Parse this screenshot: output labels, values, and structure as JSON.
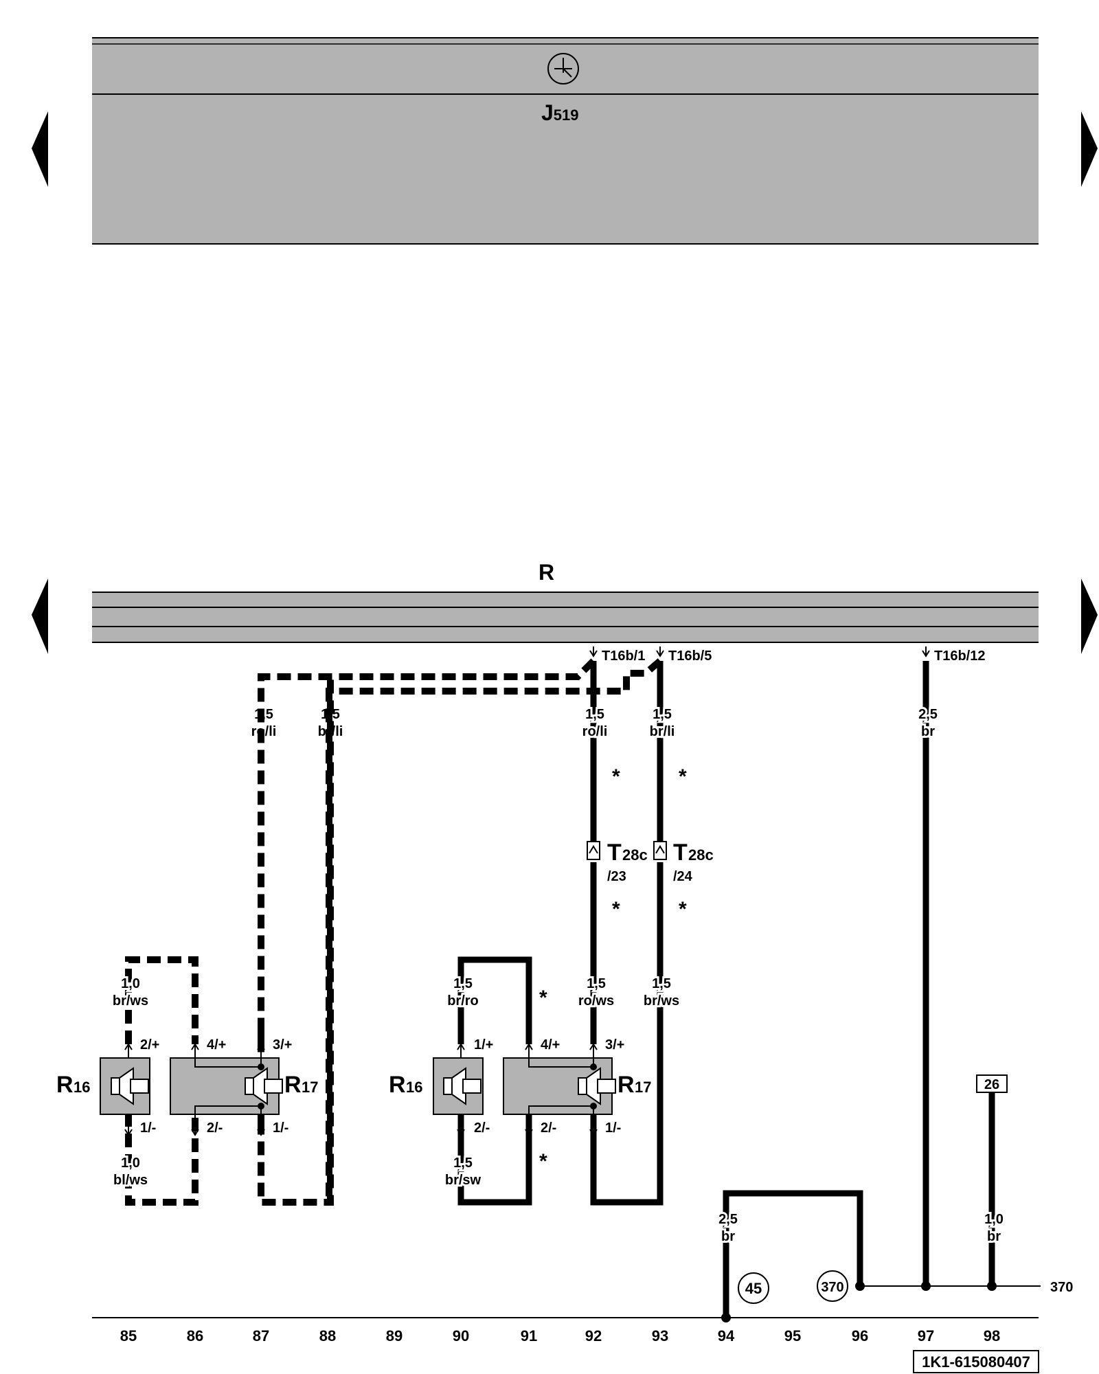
{
  "colors": {
    "module_fill": "#b3b3b3",
    "wire": "#000000",
    "background": "#ffffff"
  },
  "modules": {
    "top": {
      "name": "J",
      "sub": "519",
      "icon": "power-symbol-icon"
    },
    "radio": {
      "name": "R"
    }
  },
  "connectors": {
    "t16b_1": "T16b/1",
    "t16b_5": "T16b/5",
    "t16b_12": "T16b/12",
    "t28c_main": "T",
    "t28c_sub": "28c",
    "t28c_23": "/23",
    "t28c_24": "/24"
  },
  "wires": {
    "w_ro_li_left": {
      "size": "1,5",
      "color": "ro/li"
    },
    "w_br_li_left": {
      "size": "1,5",
      "color": "br/li"
    },
    "w_ro_li_right": {
      "size": "1,5",
      "color": "ro/li"
    },
    "w_br_li_right": {
      "size": "1,5",
      "color": "br/li"
    },
    "w_br_97": {
      "size": "2,5",
      "color": "br"
    },
    "w_br_ws_85": {
      "size": "1,0",
      "color": "br/ws"
    },
    "w_bl_ws_85": {
      "size": "1,0",
      "color": "bl/ws"
    },
    "w_br_ro_90": {
      "size": "1,5",
      "color": "br/ro"
    },
    "w_br_sw_90": {
      "size": "1,5",
      "color": "br/sw"
    },
    "w_ro_ws_92": {
      "size": "1,5",
      "color": "ro/ws"
    },
    "w_br_ws_93": {
      "size": "1,5",
      "color": "br/ws"
    },
    "w_br_94": {
      "size": "2,5",
      "color": "br"
    },
    "w_br_98": {
      "size": "1,0",
      "color": "br"
    }
  },
  "speakers": {
    "r16": {
      "main": "R",
      "sub": "16"
    },
    "r17": {
      "main": "R",
      "sub": "17"
    }
  },
  "pins": {
    "p2plus": "2/+",
    "p1minus": "1/-",
    "p4plus": "4/+",
    "p2minus": "2/-",
    "p3plus": "3/+",
    "p1plus": "1/+"
  },
  "asterisk": "*",
  "grounds": {
    "g45": "45",
    "g370": "370",
    "line370": "370",
    "ref26": "26"
  },
  "columns": [
    "85",
    "86",
    "87",
    "88",
    "89",
    "90",
    "91",
    "92",
    "93",
    "94",
    "95",
    "96",
    "97",
    "98"
  ],
  "doc_code": "1K1-615080407"
}
